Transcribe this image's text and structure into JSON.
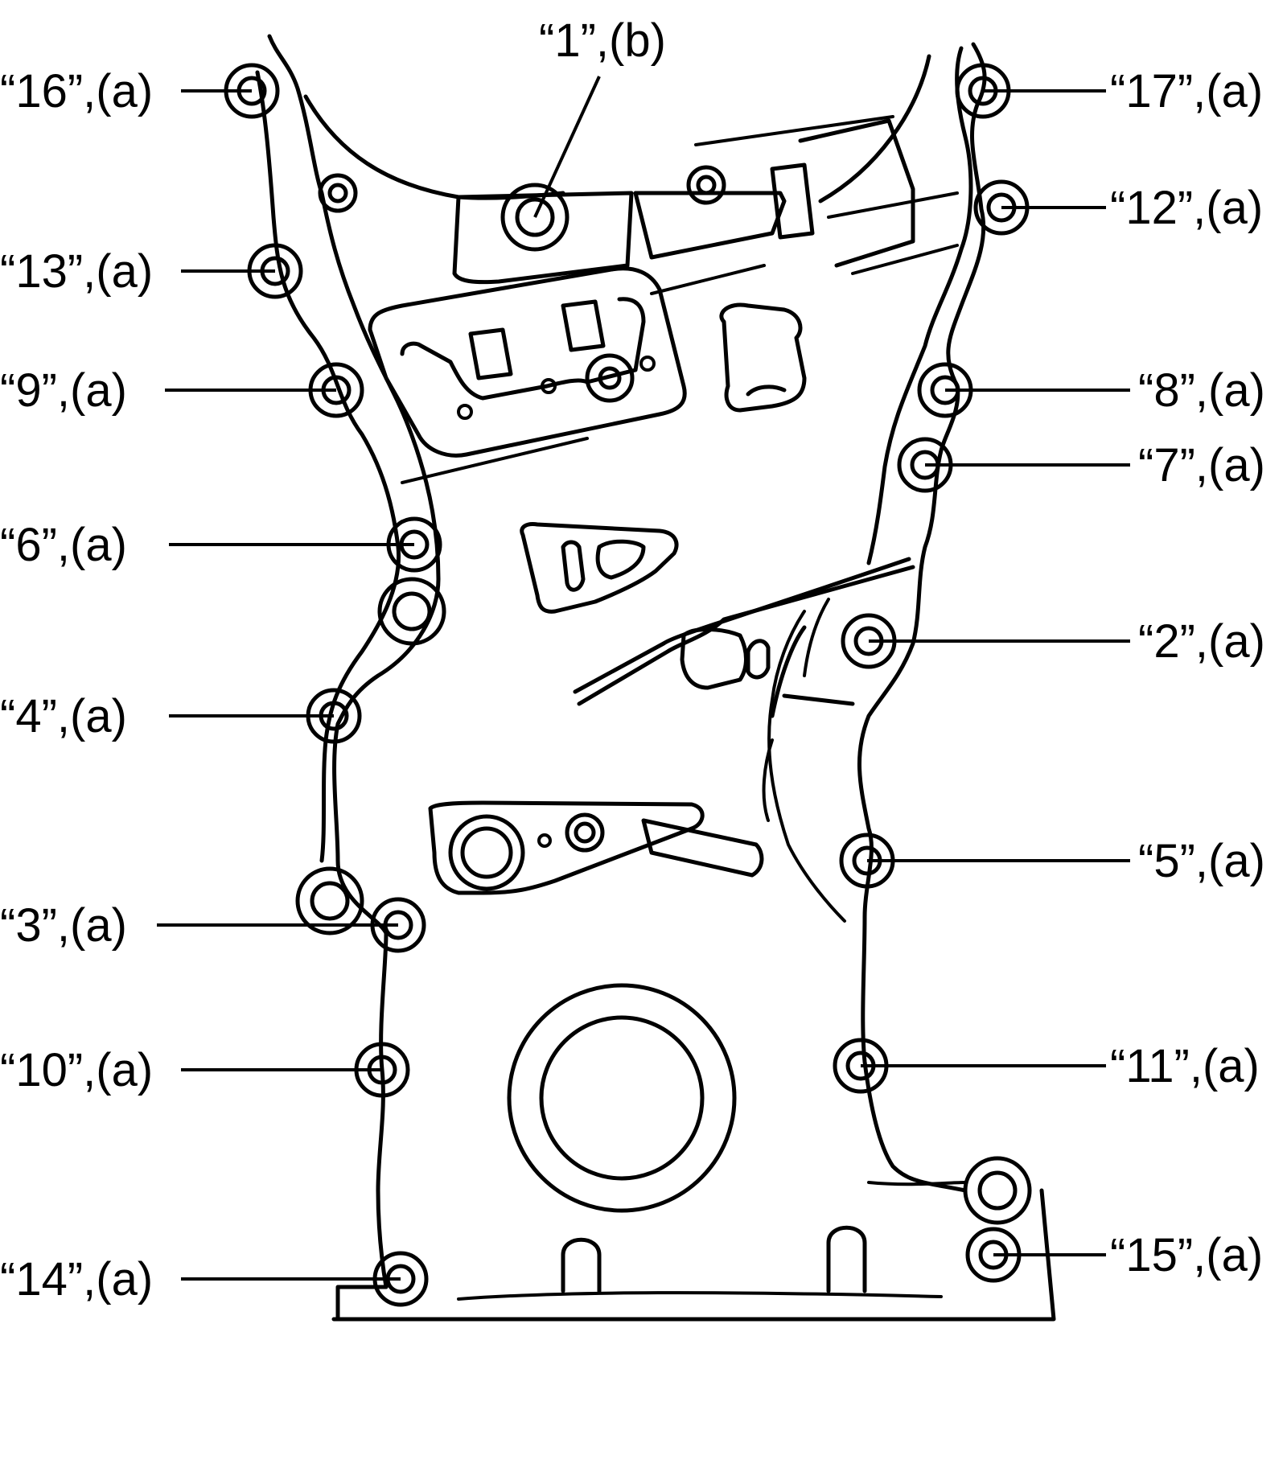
{
  "labels": [
    {
      "id": "16",
      "text": "“16”,(a)"
    },
    {
      "id": "1",
      "text": "“1”,(b)"
    },
    {
      "id": "17",
      "text": "“17”,(a)"
    },
    {
      "id": "12",
      "text": "“12”,(a)"
    },
    {
      "id": "13",
      "text": "“13”,(a)"
    },
    {
      "id": "9",
      "text": "“9”,(a)"
    },
    {
      "id": "8",
      "text": "“8”,(a)"
    },
    {
      "id": "7",
      "text": "“7”,(a)"
    },
    {
      "id": "6",
      "text": "“6”,(a)"
    },
    {
      "id": "2",
      "text": "“2”,(a)"
    },
    {
      "id": "4",
      "text": "“4”,(a)"
    },
    {
      "id": "5",
      "text": "“5”,(a)"
    },
    {
      "id": "3",
      "text": "“3”,(a)"
    },
    {
      "id": "10",
      "text": "“10”,(a)"
    },
    {
      "id": "11",
      "text": "“11”,(a)"
    },
    {
      "id": "14",
      "text": "“14”,(a)"
    },
    {
      "id": "15",
      "text": "“15”,(a)"
    }
  ]
}
